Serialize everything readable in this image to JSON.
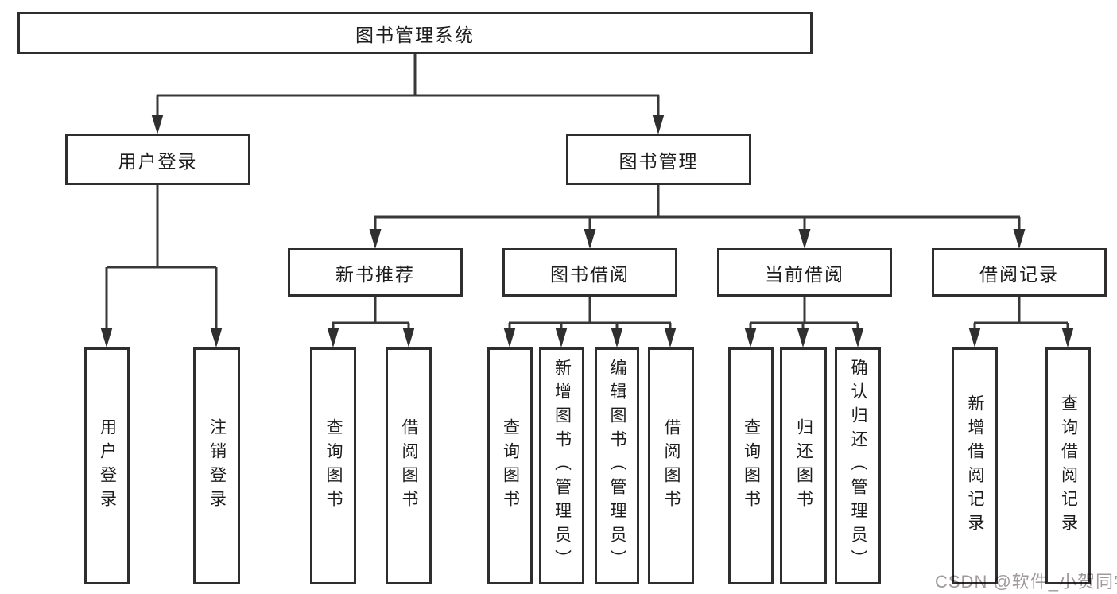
{
  "diagram_title": "图书管理系统",
  "colors": {
    "box_border": "#2e2e2e",
    "connector_line": "#383838",
    "text": "#1d1d1d",
    "watermark": "#a09a9a",
    "background": "#ffffff"
  },
  "tree": {
    "root": {
      "label": "图书管理系统",
      "children": [
        {
          "label": "用户登录",
          "children": [
            {
              "label": "用户登录"
            },
            {
              "label": "注销登录"
            }
          ]
        },
        {
          "label": "图书管理",
          "children": [
            {
              "label": "新书推荐",
              "children": [
                {
                  "label": "查询图书"
                },
                {
                  "label": "借阅图书"
                }
              ]
            },
            {
              "label": "图书借阅",
              "children": [
                {
                  "label": "查询图书"
                },
                {
                  "label": "新增图书（管理员）"
                },
                {
                  "label": "编辑图书（管理员）"
                },
                {
                  "label": "借阅图书"
                }
              ]
            },
            {
              "label": "当前借阅",
              "children": [
                {
                  "label": "查询图书"
                },
                {
                  "label": "归还图书"
                },
                {
                  "label": "确认归还（管理员）"
                }
              ]
            },
            {
              "label": "借阅记录",
              "children": [
                {
                  "label": "新增借阅记录"
                },
                {
                  "label": "查询借阅记录"
                }
              ]
            }
          ]
        }
      ]
    }
  },
  "watermark": {
    "text": "CSDN @软件_小贺同学"
  }
}
